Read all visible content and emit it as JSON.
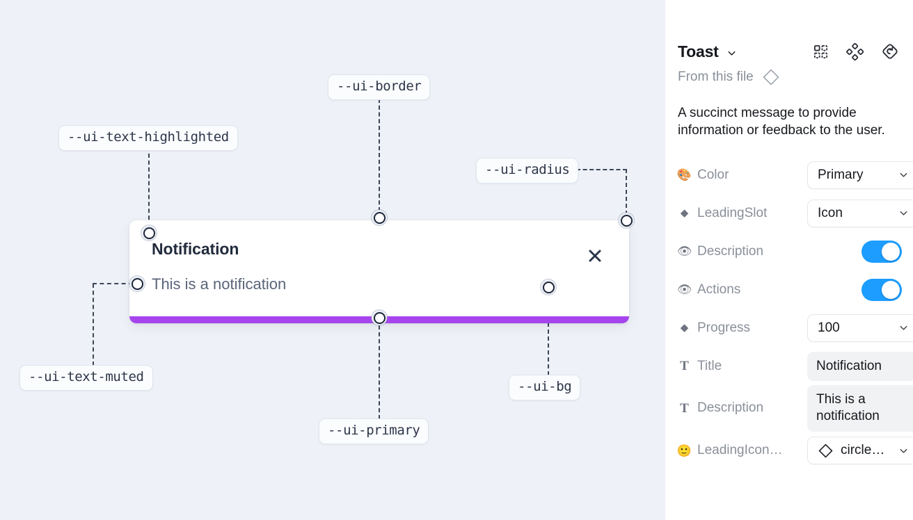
{
  "canvas": {
    "background_color": "#eef1f7",
    "toast": {
      "title": "Notification",
      "description": "This is a notification",
      "close_icon": "close-x-icon",
      "progress_color": "#a645ee"
    },
    "tokens": [
      {
        "name": "--ui-border"
      },
      {
        "name": "--ui-text-highlighted"
      },
      {
        "name": "--ui-radius"
      },
      {
        "name": "--ui-text-muted"
      },
      {
        "name": "--ui-primary"
      },
      {
        "name": "--ui-bg"
      }
    ]
  },
  "panel": {
    "title": "Toast",
    "title_chevron_icon": "chevron-down-icon",
    "header_icons": [
      {
        "name": "component-grid-icon"
      },
      {
        "name": "variants-diamond-icon"
      },
      {
        "name": "reset-instance-icon"
      }
    ],
    "from_file_label": "From this file",
    "from_file_icon": "diamond-icon",
    "description": "A succinct message to provide information or feedback to the user.",
    "properties": [
      {
        "icon": "palette-icon",
        "glyph": "🎨",
        "label": "Color",
        "control": "select",
        "value": "Primary"
      },
      {
        "icon": "diamond-icon",
        "glyph": "◆",
        "label": "LeadingSlot",
        "control": "select",
        "value": "Icon"
      },
      {
        "icon": "eye-icon",
        "glyph": "👁",
        "label": "Description",
        "control": "toggle",
        "value": "on"
      },
      {
        "icon": "eye-icon",
        "glyph": "👁",
        "label": "Actions",
        "control": "toggle",
        "value": "on"
      },
      {
        "icon": "diamond-icon",
        "glyph": "◆",
        "label": "Progress",
        "control": "select",
        "value": "100"
      },
      {
        "icon": "text-t-icon",
        "glyph": "T",
        "label": "Title",
        "control": "text",
        "value": "Notification"
      },
      {
        "icon": "text-t-icon",
        "glyph": "T",
        "label": "Description",
        "control": "text",
        "value": "This is a notification"
      },
      {
        "icon": "smiley-icon",
        "glyph": "🙂",
        "label": "LeadingIcon…",
        "control": "icon-select",
        "value": "circle…"
      }
    ],
    "toggle_on_color": "#1c9dff",
    "field_bg_color": "#f1f2f3"
  }
}
